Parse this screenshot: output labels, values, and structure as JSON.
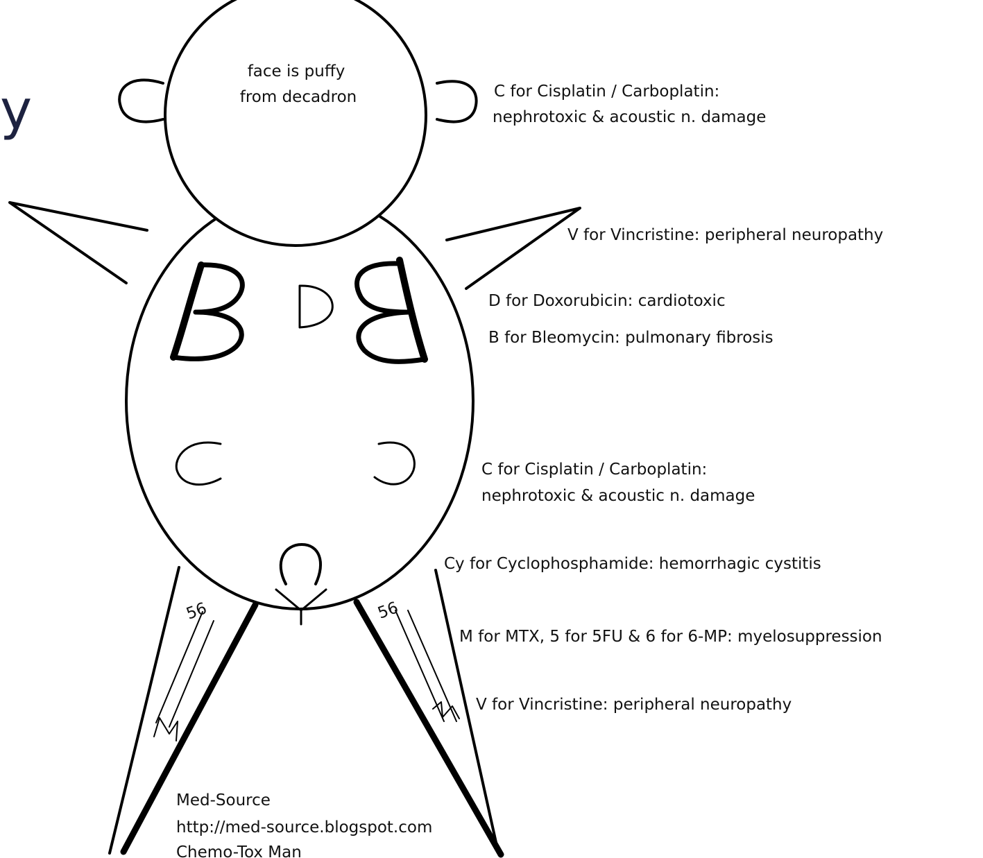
{
  "title_fragment": "y",
  "head_note": {
    "line1": "face is puffy",
    "line2": "from decadron"
  },
  "annotations": {
    "ears_line1": "C for Cisplatin / Carboplatin:",
    "ears_line2": "nephrotoxic & acoustic n. damage",
    "arms": "V for Vincristine: peripheral neuropathy",
    "heart": "D for Doxorubicin: cardiotoxic",
    "lungs": "B for Bleomycin: pulmonary fibrosis",
    "kidneys_line1": "C for Cisplatin / Carboplatin:",
    "kidneys_line2": "nephrotoxic & acoustic n. damage",
    "bladder": "Cy for Cyclophosphamide: hemorrhagic cystitis",
    "bone_marrow": "M for MTX, 5 for 5FU & 6 for 6-MP: myelosuppression",
    "legs": "V for Vincristine: peripheral neuropathy"
  },
  "letters": {
    "ear": "C",
    "lung": "B",
    "heart": "D",
    "kidney": "C",
    "leg_numbers": "56",
    "leg_m": "M"
  },
  "credit": {
    "line1": "Med-Source",
    "line2": "http://med-source.blogspot.com",
    "line3": "Chemo-Tox Man"
  }
}
